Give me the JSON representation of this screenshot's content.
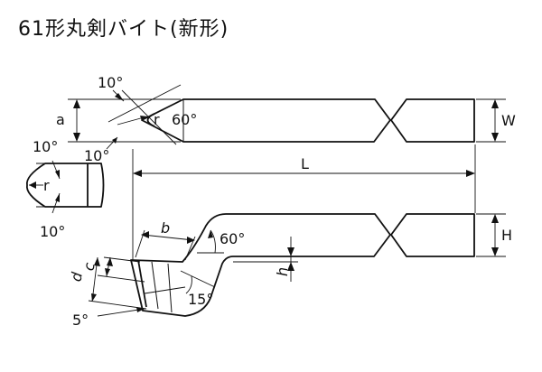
{
  "title": "61形丸剣バイト(新形)",
  "labels": {
    "angle_10": "10°",
    "angle_60": "60°",
    "angle_15": "15°",
    "angle_5": "5°",
    "a": "a",
    "r": "r",
    "W": "W",
    "L": "L",
    "H": "H",
    "b": "b",
    "c": "c",
    "d": "d",
    "h": "h"
  }
}
